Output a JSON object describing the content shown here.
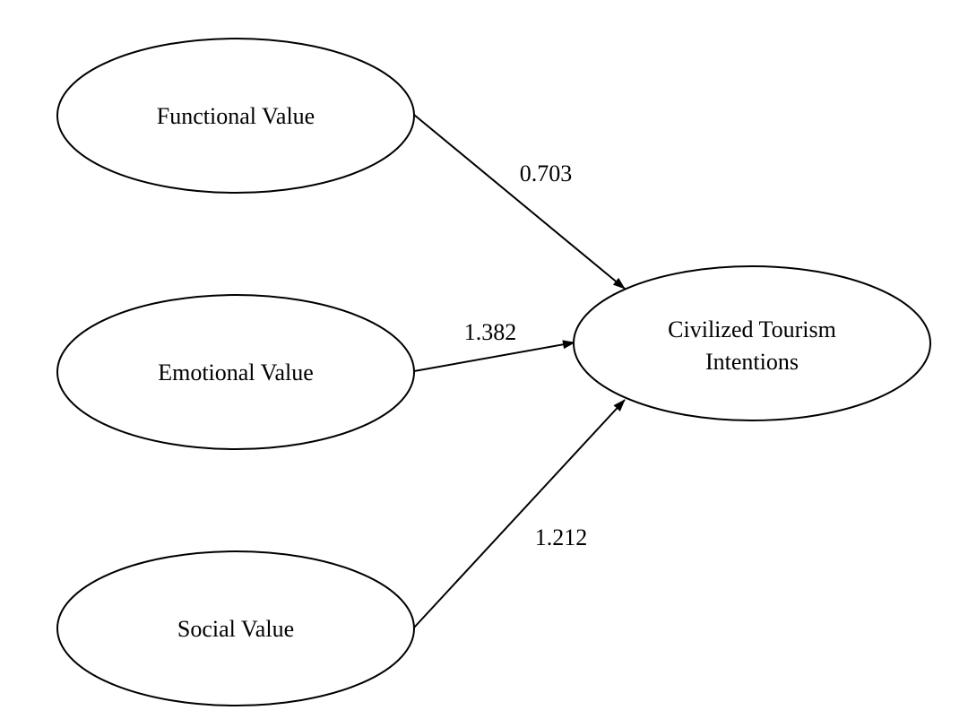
{
  "diagram": {
    "nodes": {
      "functional": {
        "label": "Functional Value"
      },
      "emotional": {
        "label": "Emotional Value"
      },
      "social": {
        "label": "Social Value"
      },
      "intentions": {
        "line1": "Civilized Tourism",
        "line2": "Intentions"
      }
    },
    "edges": {
      "functional_to_intentions": {
        "weight": "0.703"
      },
      "emotional_to_intentions": {
        "weight": "1.382"
      },
      "social_to_intentions": {
        "weight": "1.212"
      }
    }
  },
  "colors": {
    "stroke": "#000000",
    "background": "#ffffff"
  }
}
